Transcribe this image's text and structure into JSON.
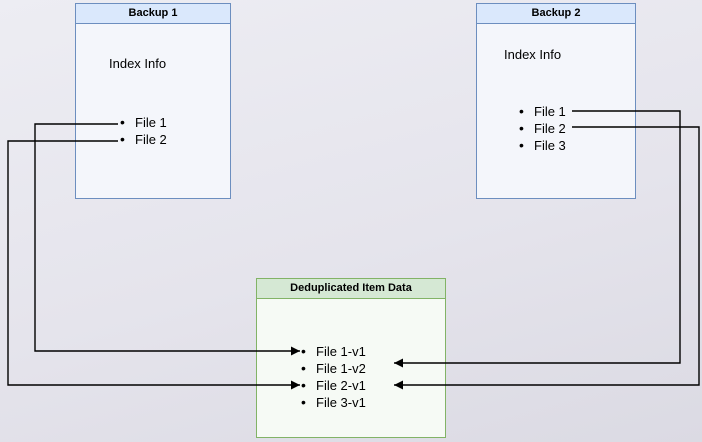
{
  "diagram": {
    "type": "backup-deduplication-diagram",
    "boxes": {
      "backup1": {
        "title": "Backup 1",
        "subtitle": "Index Info",
        "files": [
          "File 1",
          "File 2"
        ]
      },
      "backup2": {
        "title": "Backup 2",
        "subtitle": "Index Info",
        "files": [
          "File 1",
          "File 2",
          "File 3"
        ]
      },
      "dedup": {
        "title": "Deduplicated Item Data",
        "items": [
          "File 1-v1",
          "File 1-v2",
          "File 2-v1",
          "File 3-v1"
        ]
      }
    },
    "connections": [
      {
        "from": "Backup 1 / File 1",
        "to": "File 1-v1",
        "direction": "left-into-dedup"
      },
      {
        "from": "Backup 1 / File 2",
        "to": "File 2-v1",
        "direction": "left-into-dedup"
      },
      {
        "from": "Backup 2 / File 1",
        "to": "File 1-v2",
        "direction": "right-into-dedup"
      },
      {
        "from": "Backup 2 / File 2",
        "to": "File 2-v1",
        "direction": "right-into-dedup"
      }
    ],
    "colors": {
      "blue_header": "#dae8fc",
      "blue_border": "#6c8ebf",
      "green_header": "#d5e8d4",
      "green_border": "#82b366",
      "arrow": "#000000",
      "background": "#e5e4ec"
    }
  }
}
